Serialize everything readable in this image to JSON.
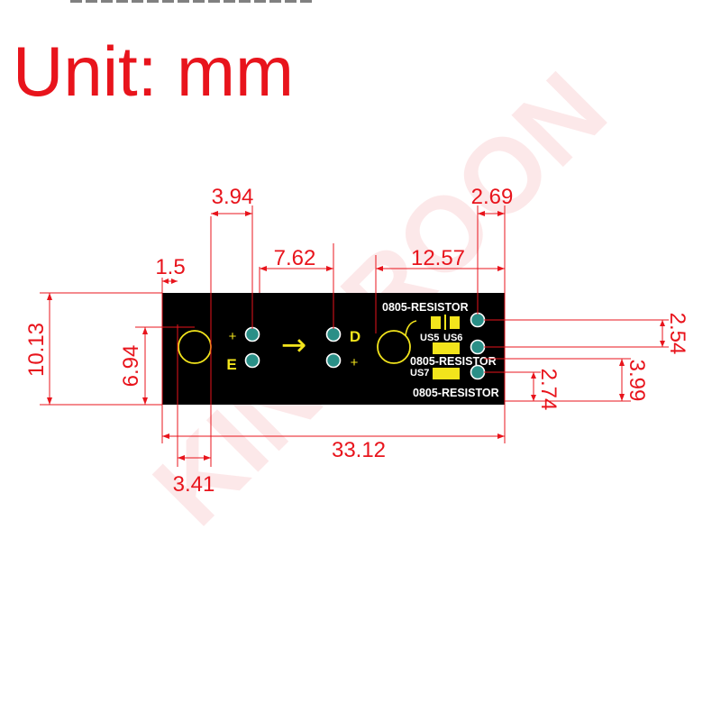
{
  "title": "Unit: mm",
  "watermark": "KINGROON",
  "colors": {
    "dimension": "#e8141c",
    "board": "#000000",
    "silkscreen": "#f2e41c",
    "pad": "#2a8f87",
    "pad_ring": "#ffffff",
    "label_white": "#ffffff"
  },
  "dimensions": {
    "d_3_94": "3.94",
    "d_2_69": "2.69",
    "d_1_5": "1.5",
    "d_7_62": "7.62",
    "d_12_57": "12.57",
    "d_10_13": "10.13",
    "d_6_94": "6.94",
    "d_2_54": "2.54",
    "d_3_99": "3.99",
    "d_2_74": "2.74",
    "d_33_12": "33.12",
    "d_3_41": "3.41"
  },
  "board": {
    "label_resistor_top": "0805-RESISTOR",
    "label_resistor_mid": "0805-RESISTOR",
    "label_resistor_bottom": "0805-RESISTOR",
    "label_us5": "US5",
    "label_us6": "US6",
    "label_us7": "US7",
    "label_e": "E",
    "label_d": "D",
    "plus_left": "+",
    "plus_right": "+",
    "arrow": "→"
  }
}
